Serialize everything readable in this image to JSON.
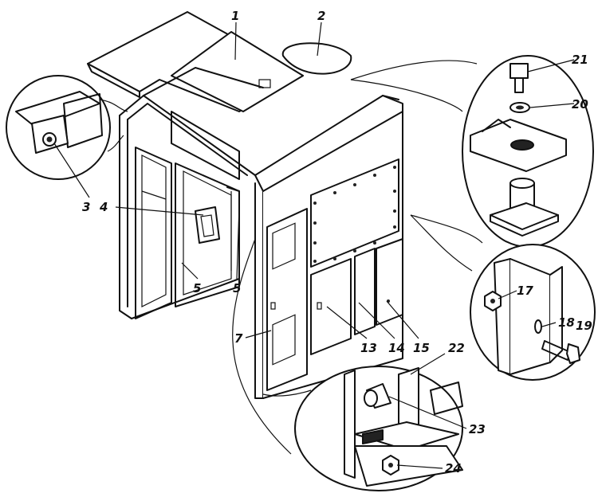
{
  "labels": {
    "l1": "1",
    "l2": "2",
    "l3": "3",
    "l4": "4",
    "l5a": "5",
    "l5b": "5",
    "l7": "7",
    "l13": "13",
    "l14": "14",
    "l15": "15",
    "l17": "17",
    "l18": "18",
    "l19": "19",
    "l20": "20",
    "l21": "21",
    "l22": "22",
    "l23": "23",
    "l24": "24"
  }
}
